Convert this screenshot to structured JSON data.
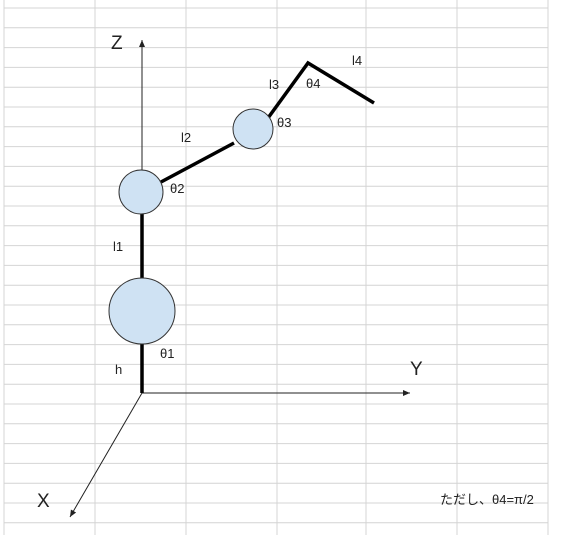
{
  "colors": {
    "background": "#ffffff",
    "grid": "#d4d4d4",
    "link": "#000000",
    "axis": "#222222",
    "joint_fill": "#cfe2f3",
    "joint_stroke": "#333333"
  },
  "axes": {
    "z": "Z",
    "y": "Y",
    "x": "X"
  },
  "links": {
    "h": "h",
    "l1": "l1",
    "l2": "l2",
    "l3": "l3",
    "l4": "l4"
  },
  "joints": {
    "theta1": "θ1",
    "theta2": "θ2",
    "theta3": "θ3",
    "theta4": "θ4"
  },
  "note": "ただし、θ4=π/2"
}
